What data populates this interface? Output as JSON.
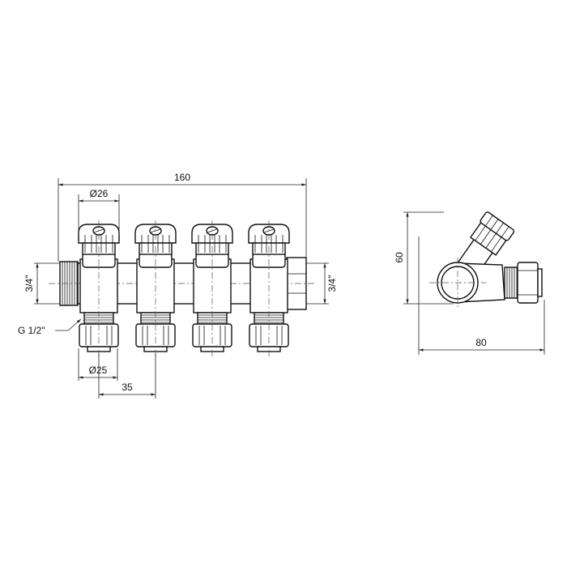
{
  "front_view": {
    "overall_length": "160",
    "knob_diameter": "Ø26",
    "nut_diameter": "Ø25",
    "outlet_spacing": "35",
    "inlet_thread_left": "3/4\"",
    "inlet_thread_right": "3/4\"",
    "outlet_thread": "G 1/2\"",
    "outlet_count": 4
  },
  "side_view": {
    "height": "60",
    "depth": "80"
  }
}
